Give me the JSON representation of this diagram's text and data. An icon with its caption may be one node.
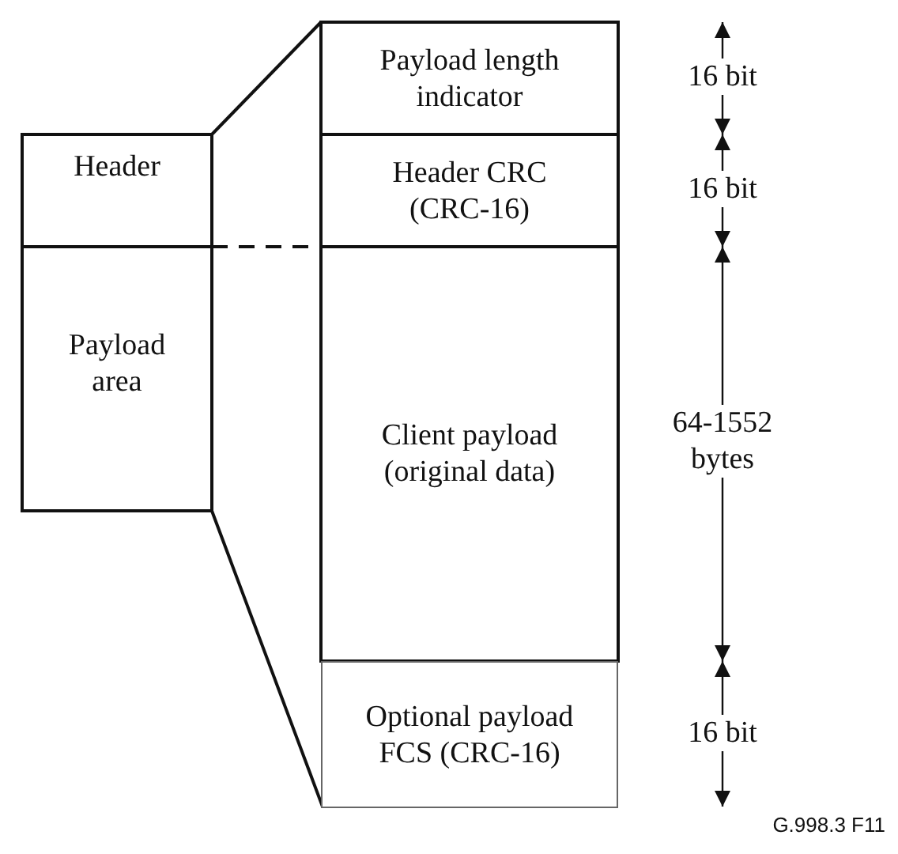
{
  "diagram": {
    "nodes": [
      {
        "text": [
          "Header"
        ]
      },
      {
        "text": [
          "Payload area"
        ]
      },
      {
        "text": [
          "Payload length indicator"
        ]
      },
      {
        "text": [
          "Header CRC (CRC-16)"
        ]
      },
      {
        "text": [
          "Client payload (original data)"
        ]
      },
      {
        "text": [
          "Optional payload FCS (CRC-16)"
        ]
      }
    ],
    "edges": [
      {
        "from": 0,
        "to": 2,
        "arrow": "none"
      },
      {
        "from": 1,
        "to": 4,
        "arrow": "none",
        "style": "dashed"
      },
      {
        "from": 1,
        "to": 5,
        "arrow": "none"
      }
    ],
    "labels": [
      "16 bit",
      "16 bit",
      "64-1552 bytes",
      "16 bit",
      "G.998.3 F11"
    ]
  }
}
